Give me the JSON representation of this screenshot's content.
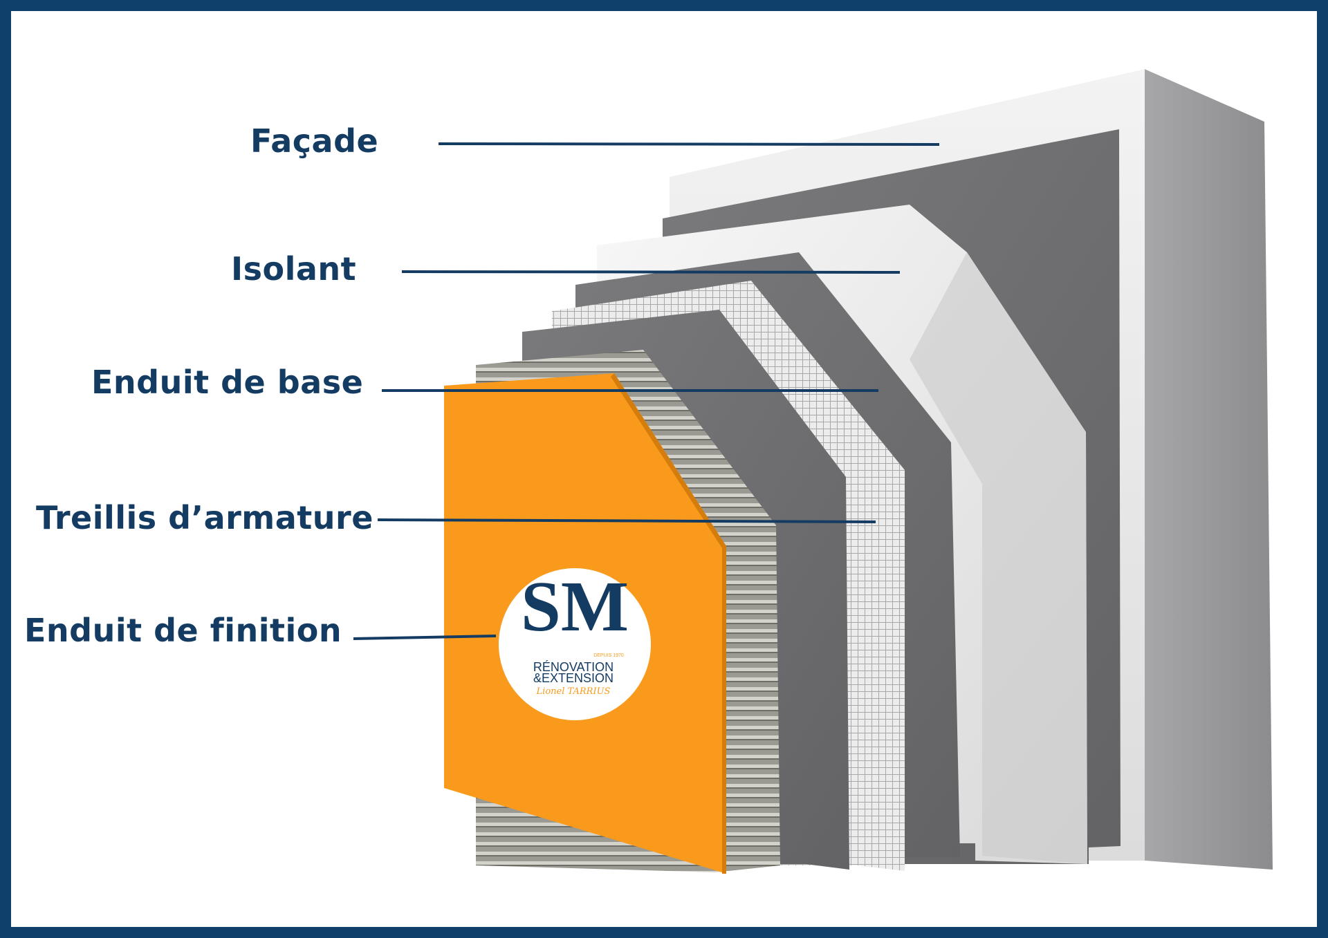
{
  "labels": {
    "facade": "Façade",
    "isolant": "Isolant",
    "enduit_base": "Enduit de base",
    "treillis": "Treillis d’armature",
    "enduit_finition": "Enduit de finition"
  },
  "logo": {
    "monogram": "SM",
    "since": "DEPUIS 1970",
    "line1": "RÉNOVATION",
    "line2": "&EXTENSION",
    "signature": "Lionel TARRIUS"
  },
  "colors": {
    "frame": "#0f3f6b",
    "label_text": "#143c63",
    "leader_line": "#143c63",
    "finition_orange": "#f99a1c",
    "facade_grey": "#6f6f71",
    "insulation_white": "#f1f1f1",
    "base_coat_grey": "#6c6c6e"
  }
}
